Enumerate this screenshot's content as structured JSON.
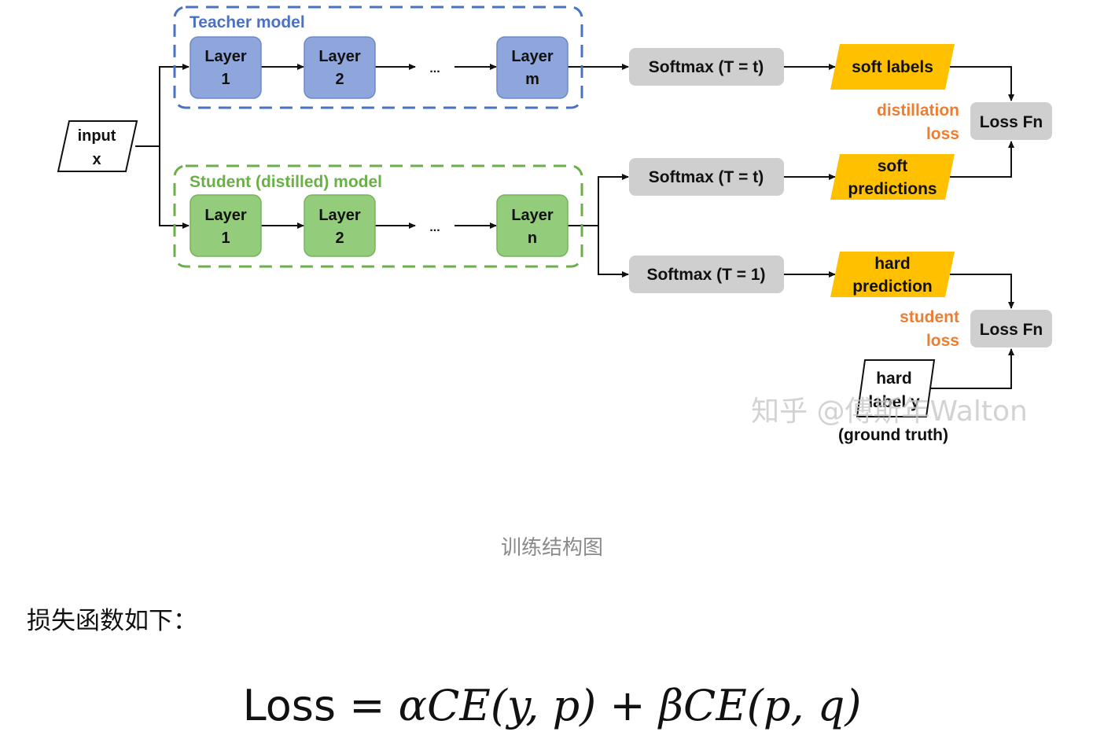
{
  "diagram": {
    "input": {
      "line1": "input",
      "line2": "x"
    },
    "teacher": {
      "title": "Teacher model",
      "layers": [
        {
          "line1": "Layer",
          "line2": "1"
        },
        {
          "line1": "Layer",
          "line2": "2"
        },
        {
          "line1": "Layer",
          "line2": "m"
        }
      ],
      "ellipsis": "...",
      "softmax": "Softmax (T = t)",
      "output": {
        "line1": "soft labels"
      }
    },
    "student": {
      "title": "Student (distilled) model",
      "layers": [
        {
          "line1": "Layer",
          "line2": "1"
        },
        {
          "line1": "Layer",
          "line2": "2"
        },
        {
          "line1": "Layer",
          "line2": "n"
        }
      ],
      "ellipsis": "...",
      "softmax_soft": "Softmax (T = t)",
      "softmax_hard": "Softmax (T = 1)",
      "soft_output": {
        "line1": "soft",
        "line2": "predictions"
      },
      "hard_output": {
        "line1": "hard",
        "line2": "prediction"
      }
    },
    "loss_fn_top": "Loss Fn",
    "loss_fn_bottom": "Loss Fn",
    "distillation_loss": {
      "line1": "distillation",
      "line2": "loss"
    },
    "student_loss": {
      "line1": "student",
      "line2": "loss"
    },
    "hard_label": {
      "line1": "hard",
      "line2": "label y"
    },
    "ground_truth": "(ground truth)",
    "watermark": "知乎 @傅斯年Walton",
    "colors": {
      "teacher": "#4a72c4",
      "teacher_fill": "#8ea6dc",
      "student": "#6aaf48",
      "student_fill": "#93cc7a",
      "softmax_fill": "#cfcfcf",
      "output_fill": "#ffc000",
      "loss_label": "#ed7d31"
    }
  },
  "caption": "训练结构图",
  "intro_text": "损失函数如下：",
  "formula": {
    "loss": "Loss",
    "eq": " = ",
    "alpha": "α",
    "ce1": "CE",
    "args1": "(y, p)",
    "plus": " + ",
    "beta": "β",
    "ce2": "CE",
    "args2": "(p, q)"
  }
}
